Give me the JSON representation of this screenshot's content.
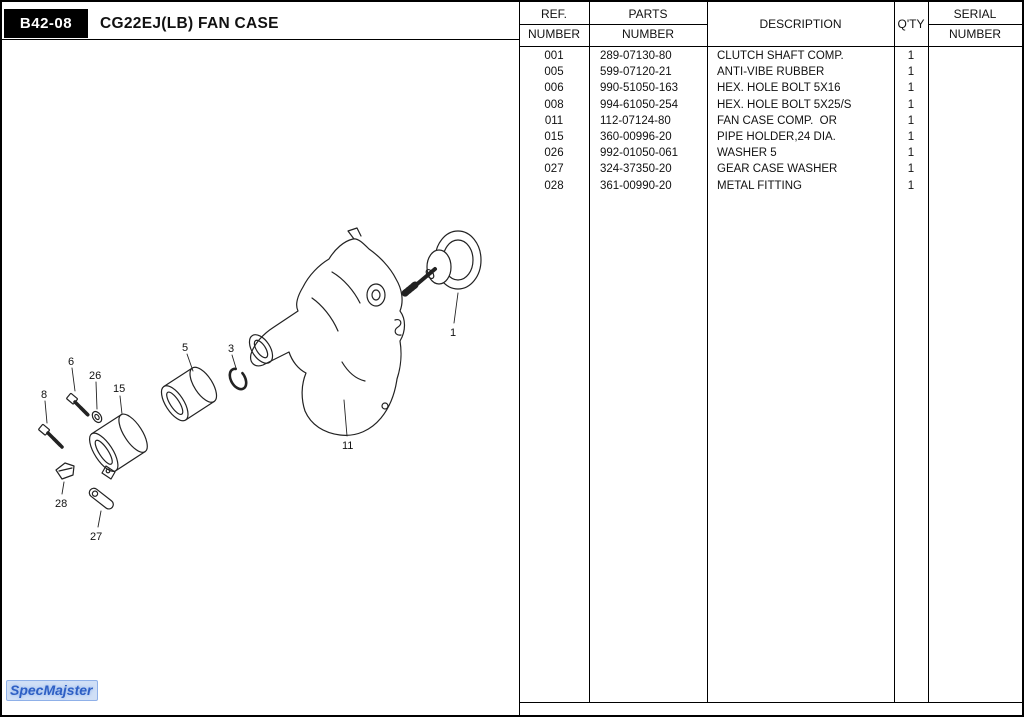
{
  "page": {
    "code": "B42-08",
    "title": "CG22EJ(LB) FAN CASE",
    "watermark": "SpecMajster"
  },
  "table": {
    "headers": {
      "ref1": "REF.",
      "ref2": "NUMBER",
      "parts1": "PARTS",
      "parts2": "NUMBER",
      "description": "DESCRIPTION",
      "qty": "Q'TY",
      "serial1": "SERIAL",
      "serial2": "NUMBER"
    },
    "rows": [
      {
        "ref": "001",
        "part": "289-07130-80",
        "desc": "CLUTCH SHAFT COMP.",
        "qty": "1",
        "serial": ""
      },
      {
        "ref": "005",
        "part": "599-07120-21",
        "desc": "ANTI-VIBE RUBBER",
        "qty": "1",
        "serial": ""
      },
      {
        "ref": "006",
        "part": "990-51050-163",
        "desc": "HEX. HOLE BOLT 5X16",
        "qty": "1",
        "serial": ""
      },
      {
        "ref": "008",
        "part": "994-61050-254",
        "desc": "HEX. HOLE BOLT 5X25/S",
        "qty": "1",
        "serial": ""
      },
      {
        "ref": "011",
        "part": "112-07124-80",
        "desc": "FAN CASE COMP.  OR",
        "qty": "1",
        "serial": ""
      },
      {
        "ref": "015",
        "part": "360-00996-20",
        "desc": "PIPE HOLDER,24 DIA.",
        "qty": "1",
        "serial": ""
      },
      {
        "ref": "026",
        "part": "992-01050-061",
        "desc": "WASHER 5",
        "qty": "1",
        "serial": ""
      },
      {
        "ref": "027",
        "part": "324-37350-20",
        "desc": "GEAR CASE WASHER",
        "qty": "1",
        "serial": ""
      },
      {
        "ref": "028",
        "part": "361-00990-20",
        "desc": "METAL FITTING",
        "qty": "1",
        "serial": ""
      }
    ]
  },
  "diagram": {
    "callouts": [
      {
        "label": "1"
      },
      {
        "label": "3"
      },
      {
        "label": "5"
      },
      {
        "label": "6"
      },
      {
        "label": "8"
      },
      {
        "label": "11"
      },
      {
        "label": "15"
      },
      {
        "label": "26"
      },
      {
        "label": "27"
      },
      {
        "label": "28"
      }
    ]
  },
  "colors": {
    "line": "#1a1a1a",
    "watermark_blue": "#2e5fc4"
  }
}
